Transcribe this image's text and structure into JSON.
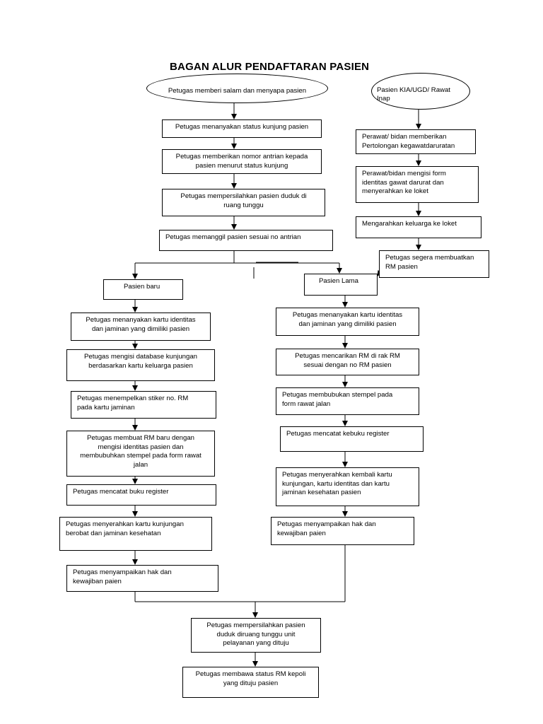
{
  "title": "BAGAN ALUR PENDAFTARAN PASIEN",
  "ellipses": {
    "start": "Petugas memberi salam dan menyapa pasien",
    "emergency": "Pasien KIA/UGD/ Rawat\nInap"
  },
  "main": {
    "ask_status": "Petugas menanyakan status kunjung pasien",
    "queue_number": "Petugas memberikan nomor antrian kepada\npasien menurut status kunjung",
    "waiting_room": "Petugas mempersilahkan pasien duduk di\nruang tunggu",
    "call_patient": "Petugas memanggil pasien sesuai no antrian"
  },
  "emergency_path": {
    "first_aid": "Perawat/ bidan memberikan\nPertolongan kegawatdaruratan",
    "fill_form": "Perawat/bidan mengisi form\nidentitas gawat darurat dan\nmenyerahkan ke loket",
    "direct_family": "Mengarahkan keluarga ke loket",
    "create_rm": "Petugas segera membuatkan\nRM pasien"
  },
  "new_patient": {
    "label": "Pasien baru",
    "steps": [
      "Petugas menanyakan kartu identitas\ndan jaminan yang dimiliki pasien",
      "Petugas mengisi database kunjungan\nberdasarkan kartu keluarga pasien",
      "Petugas menempelkan stiker no. RM\npada kartu jaminan",
      "Petugas membuat RM baru dengan\nmengisi identitas pasien dan\nmembubuhkan stempel pada form rawat\njalan",
      "Petugas mencatat buku register",
      "Petugas menyerahkan  kartu kunjungan\nberobat dan jaminan kesehatan",
      "Petugas menyampaikan hak dan\nkewajiban paien"
    ]
  },
  "old_patient": {
    "label": "Pasien Lama",
    "steps": [
      "Petugas menanyakan kartu identitas\ndan jaminan yang dimiliki pasien",
      "Petugas mencarikan RM di rak RM\nsesuai dengan no RM pasien",
      "Petugas membubukan stempel pada\nform rawat  jalan",
      "Petugas mencatat kebuku register",
      "Petugas menyerahkan kembali kartu\nkunjungan, kartu identitas dan kartu\njaminan kesehatan pasien",
      "Petugas menyampaikan hak dan\nkewajiban paien"
    ]
  },
  "end": {
    "waiting_unit": "Petugas mempersilahkan pasien\nduduk diruang tunggu unit\npelayanan yang dituju",
    "bring_rm": "Petugas membawa status RM kepoli\nyang dituju pasien"
  }
}
